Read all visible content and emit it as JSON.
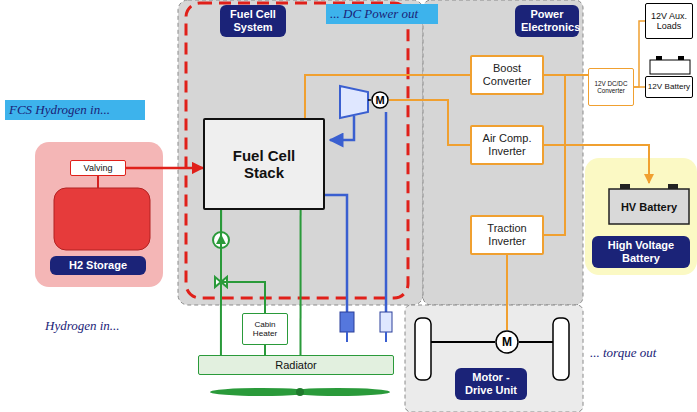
{
  "diagram": {
    "nodes": [
      {
        "text": [
          "Fuel Cell System"
        ]
      },
      {
        "text": [
          "Fuel Cell Stack"
        ],
        "in": 0
      },
      {
        "text": [
          "M"
        ],
        "in": 0
      },
      {
        "text": [
          "Power Electronics"
        ]
      },
      {
        "text": [
          "Boost Converter"
        ],
        "in": 3
      },
      {
        "text": [
          "Air Comp. Inverter"
        ],
        "in": 3
      },
      {
        "text": [
          "Traction Inverter"
        ],
        "in": 3
      },
      {
        "text": [
          "12V Aux. Loads"
        ]
      },
      {
        "text": [
          "12V DC/DC Converter"
        ]
      },
      {
        "text": [
          "12V Battery"
        ]
      },
      {
        "text": [
          "H2 Storage"
        ]
      },
      {
        "text": [
          "Valving"
        ],
        "in": 10
      },
      {
        "text": [
          "High Voltage Battery"
        ]
      },
      {
        "text": [
          "HV Battery"
        ],
        "in": 12
      },
      {
        "text": [
          "Cabin Heater"
        ]
      },
      {
        "text": [
          "Radiator"
        ]
      },
      {
        "text": [
          "Motor - Drive Unit"
        ]
      },
      {
        "text": [
          "M"
        ],
        "in": 16
      }
    ],
    "edges": [
      {
        "from": 11,
        "to": 1,
        "arrow": "to"
      },
      {
        "from": 1,
        "to": 4,
        "arrow": "none"
      },
      {
        "from": 4,
        "to": 8,
        "arrow": "none"
      },
      {
        "from": 8,
        "to": 7,
        "arrow": "none"
      },
      {
        "from": 8,
        "to": 9,
        "arrow": "none"
      },
      {
        "from": 4,
        "to": 13,
        "arrow": "to"
      },
      {
        "from": 5,
        "to": 13,
        "arrow": "none"
      },
      {
        "from": 6,
        "to": 13,
        "arrow": "none"
      },
      {
        "from": 5,
        "to": 2,
        "arrow": "none"
      },
      {
        "from": 6,
        "to": 17,
        "arrow": "none"
      },
      {
        "from": 1,
        "to": 15,
        "arrow": "none"
      },
      {
        "from": 1,
        "to": 14,
        "arrow": "none"
      },
      {
        "from": 14,
        "to": 15,
        "arrow": "none"
      },
      {
        "from": 1,
        "to": 15,
        "arrow": "none"
      }
    ],
    "labels": [
      "FCS Hydrogen in...",
      "... DC Power out",
      "Hydrogen in...",
      "... torque out"
    ]
  }
}
